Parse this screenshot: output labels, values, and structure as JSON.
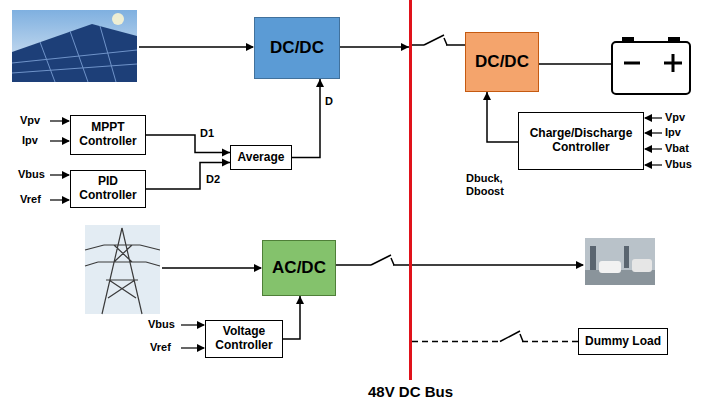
{
  "diagram": {
    "nodes": [
      {
        "text": [
          "DC/DC"
        ]
      },
      {
        "text": [
          "MPPT Controller"
        ]
      },
      {
        "text": [
          "PID Controller"
        ]
      },
      {
        "text": [
          "Average"
        ]
      },
      {
        "text": [
          "AC/DC"
        ]
      },
      {
        "text": [
          "Voltage Controller"
        ]
      },
      {
        "text": [
          "48V DC Bus"
        ]
      },
      {
        "text": [
          "DC/DC"
        ]
      },
      {
        "text": [
          "Charge/Discharge Controller"
        ]
      },
      {
        "text": [
          "Dummy Load"
        ]
      }
    ],
    "edges": [
      {
        "from": 1,
        "to": 3,
        "arrow": "to",
        "label": "D1"
      },
      {
        "from": 2,
        "to": 3,
        "arrow": "to",
        "label": "D2"
      },
      {
        "from": 3,
        "to": 0,
        "arrow": "to",
        "label": "D"
      },
      {
        "from": 0,
        "to": 6,
        "arrow": "to"
      },
      {
        "from": 5,
        "to": 4,
        "arrow": "to"
      },
      {
        "from": 4,
        "to": 6,
        "arrow": "none"
      },
      {
        "from": 7,
        "to": 6,
        "arrow": "none"
      },
      {
        "from": 8,
        "to": 7,
        "arrow": "to",
        "label": "Dbuck, Dboost"
      },
      {
        "from": 6,
        "to": 9,
        "arrow": "none"
      }
    ],
    "labels": [
      "Vpv",
      "Ipv",
      "Vbus",
      "Vref",
      "Vbus",
      "Vref",
      "Vpv",
      "Ipv",
      "Vbat",
      "Vbus"
    ]
  }
}
